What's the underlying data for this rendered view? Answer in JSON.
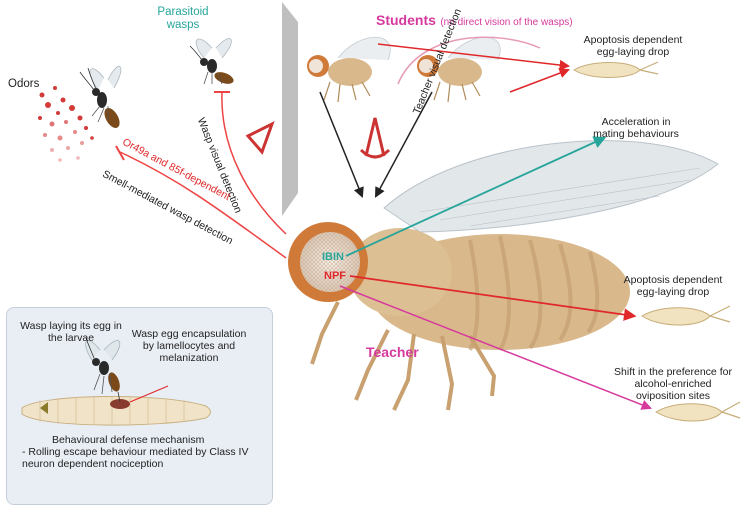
{
  "labels": {
    "odors": "Odors",
    "parasitoid_wasps": [
      "Parasitoid",
      "wasps"
    ],
    "students_title": "Students",
    "students_note": "(no direct vision of the wasps)",
    "drop_top": [
      "Apoptosis dependent",
      "egg-laying drop"
    ],
    "acceleration": [
      "Acceleration in",
      "mating behaviours"
    ],
    "drop_right": [
      "Apoptosis dependent",
      "egg-laying drop"
    ],
    "shift": [
      "Shift in the preference for",
      "alcohol-enriched",
      "oviposition sites"
    ],
    "teacher": "Teacher",
    "ibin": "IBIN",
    "npf": "NPF",
    "wasp_visual_detection": "Wasp visual detection",
    "teacher_visual_detection": "Teacher visual detection",
    "or_dependent": "Or49a and 85f-dependent",
    "smell_detection": "Smell-mediated wasp detection"
  },
  "inset": {
    "wasp_laying": [
      "Wasp laying its egg in",
      "the larvae"
    ],
    "encapsulation": [
      "Wasp egg encapsulation",
      "by lamellocytes and",
      "melanization"
    ],
    "defense": [
      "Behavioural defense mechanism",
      "- Rolling escape behaviour mediated by Class IV",
      "neuron dependent nociception"
    ]
  },
  "colors": {
    "teal": "#27a59b",
    "pink": "#d63a9d",
    "red": "#e0282a",
    "box": "#e9eef5"
  }
}
